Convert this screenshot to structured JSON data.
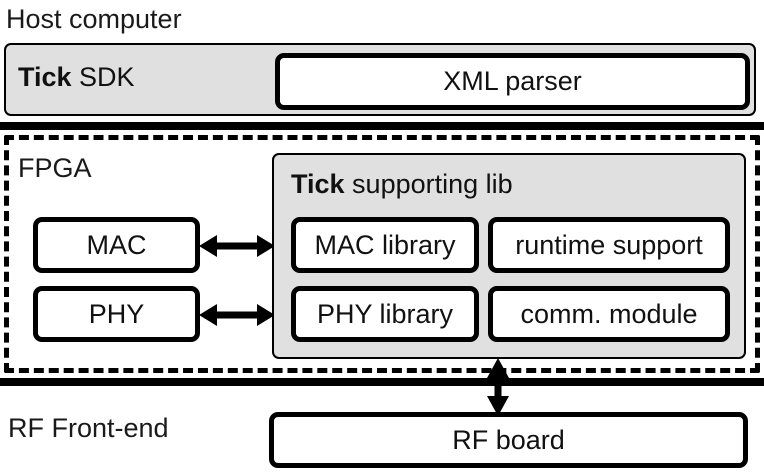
{
  "figure": {
    "type": "block-diagram",
    "accent_grey": "#e0e0e0",
    "stroke_color": "#000000",
    "background": "#ffffff"
  },
  "layers": {
    "host": {
      "caption": "Host computer",
      "sdk_panel": {
        "title_strong": "Tick",
        "title_rest": " SDK",
        "boxes": [
          {
            "label": "XML parser"
          }
        ]
      }
    },
    "fpga": {
      "caption": "FPGA",
      "left_boxes": [
        {
          "label": "MAC"
        },
        {
          "label": "PHY"
        }
      ],
      "supporting_lib": {
        "title_strong": "Tick",
        "title_rest": " supporting lib",
        "boxes": [
          {
            "label": "MAC library"
          },
          {
            "label": "runtime support"
          },
          {
            "label": "PHY library"
          },
          {
            "label": "comm. module"
          }
        ]
      }
    },
    "rf": {
      "caption": "RF Front-end",
      "boxes": [
        {
          "label": "RF board"
        }
      ]
    }
  },
  "connectors": [
    {
      "name": "mac-to-mac-library",
      "orientation": "horizontal",
      "heads": "both"
    },
    {
      "name": "phy-to-phy-library",
      "orientation": "horizontal",
      "heads": "both"
    },
    {
      "name": "fpga-to-rf-board",
      "orientation": "vertical",
      "heads": "both"
    }
  ]
}
